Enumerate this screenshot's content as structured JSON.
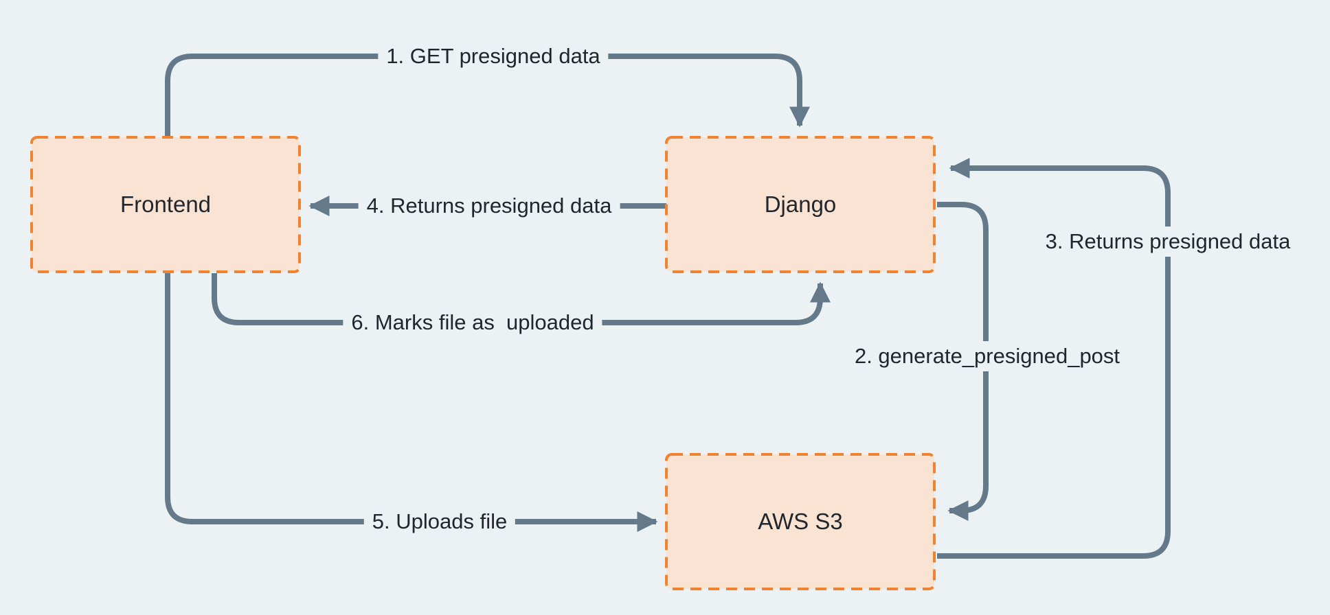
{
  "canvas": {
    "background_color": "#ecf1f4",
    "arrow_color": "#64798a",
    "node_fill_color": "#fbe3d3",
    "node_border_color": "#ef8332",
    "text_color": "#21262c"
  },
  "nodes": {
    "frontend": {
      "label": "Frontend"
    },
    "django": {
      "label": "Django"
    },
    "aws_s3": {
      "label": "AWS S3"
    }
  },
  "edges": {
    "step1": {
      "label": "1. GET presigned data",
      "from": "frontend",
      "to": "django"
    },
    "step2": {
      "label": "2. generate_presigned_post",
      "from": "django",
      "to": "aws_s3"
    },
    "step3": {
      "label": "3. Returns presigned data",
      "from": "aws_s3",
      "to": "django"
    },
    "step4": {
      "label": "4. Returns presigned data",
      "from": "django",
      "to": "frontend"
    },
    "step5": {
      "label": "5. Uploads file",
      "from": "frontend",
      "to": "aws_s3"
    },
    "step6": {
      "label": "6. Marks file as  uploaded",
      "from": "frontend",
      "to": "django"
    }
  }
}
